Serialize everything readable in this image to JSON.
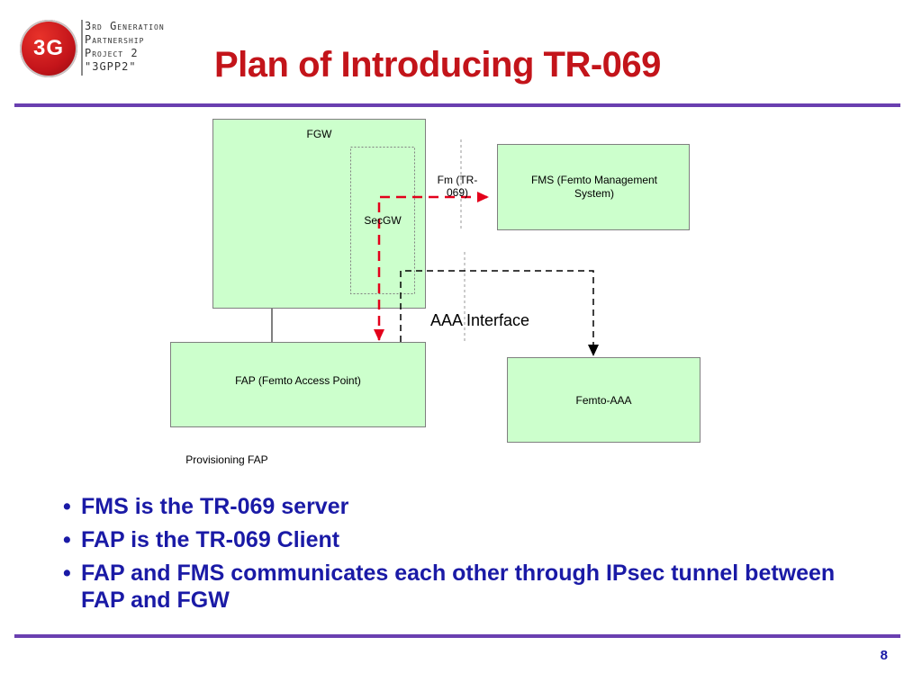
{
  "header": {
    "logo_mark": "3G",
    "logo_lines": [
      "3rd Generation",
      "Partnership",
      "Project 2",
      "\"3GPP2\""
    ],
    "title": "Plan of Introducing TR-069"
  },
  "diagram": {
    "fgw_label": "FGW",
    "secgw_label": "SecGW",
    "fms_label": "FMS (Femto Management System)",
    "fap_label": "FAP (Femto Access Point)",
    "femto_aaa_label": "Femto-AAA",
    "fm_interface_label": "Fm (TR-069)",
    "aaa_interface_label": "AAA Interface",
    "provisioning_label": "Provisioning FAP",
    "colors": {
      "box_fill": "#ccffcc",
      "tunnel": "#e3001b",
      "aaa_path": "#000000"
    }
  },
  "bullets": [
    "FMS is the TR-069 server",
    "FAP is the TR-069 Client",
    "FAP and FMS communicates each other through IPsec tunnel between FAP and FGW"
  ],
  "footer": {
    "page_number": "8"
  }
}
